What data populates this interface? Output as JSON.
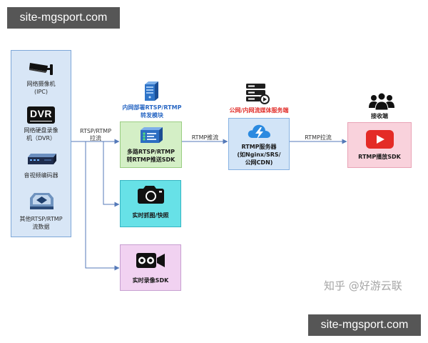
{
  "watermarks": {
    "top": "site-mgsport.com",
    "bottom": "site-mgsport.com"
  },
  "credit": "知乎 @好游云联",
  "sources": [
    {
      "icon": "cctv-camera-icon",
      "lines": [
        "网络摄像机",
        "(IPC)"
      ]
    },
    {
      "icon": "dvr-icon",
      "icon_text": "DVR",
      "lines": [
        "网络硬盘录像",
        "机（DVR）"
      ]
    },
    {
      "icon": "encoder-icon",
      "lines": [
        "音视频编码器"
      ]
    },
    {
      "icon": "stream-device-icon",
      "lines": [
        "其他RTSP/RTMP",
        "流数据"
      ]
    }
  ],
  "edges": {
    "pull_in": [
      "RTSP/RTMP",
      "拉流"
    ],
    "push": "RTMP推流",
    "pull_out": "RTMP拉流"
  },
  "relay": {
    "caption_icon": "server-tower-icon",
    "caption": [
      "内网部署RTSP/RTMP",
      "转发模块"
    ],
    "icon": "relay-device-icon",
    "lines": [
      "多路RTSP/RTMP",
      "转RTMP推送SDK"
    ]
  },
  "server": {
    "caption_icon": "server-rack-icon",
    "caption": "公网/内网流媒体服务端",
    "icon": "cloud-icon",
    "lines": [
      "RTMP服务器",
      "(如Nginx/SRS/",
      "公网CDN)"
    ]
  },
  "receiver": {
    "caption_icon": "users-icon",
    "caption": "接收端",
    "icon": "play-icon",
    "lines": [
      "RTMP播放SDK"
    ]
  },
  "snapshot": {
    "icon": "camera-icon",
    "lines": [
      "实时抓图/快照"
    ]
  },
  "recorder": {
    "icon": "video-camera-icon",
    "lines": [
      "实时录像SDK"
    ]
  },
  "colors": {
    "sources_fill": "#d8e6f6",
    "sources_border": "#7ea7d8",
    "relay_fill": "#d4efc6",
    "relay_border": "#9acd82",
    "server_fill": "#d2e4f7",
    "server_border": "#86b1e2",
    "receiver_fill": "#f9d2dc",
    "receiver_border": "#e9a3b6",
    "snapshot_fill": "#67e1e7",
    "snapshot_border": "#36b5c3",
    "recorder_fill": "#f1d2f1",
    "recorder_border": "#c79fd0",
    "caption_blue": "#2a68c4",
    "caption_red": "#e2332f",
    "connector": "#5479b8",
    "watermark_bg": "#565656",
    "credit": "#a6a6a6"
  }
}
